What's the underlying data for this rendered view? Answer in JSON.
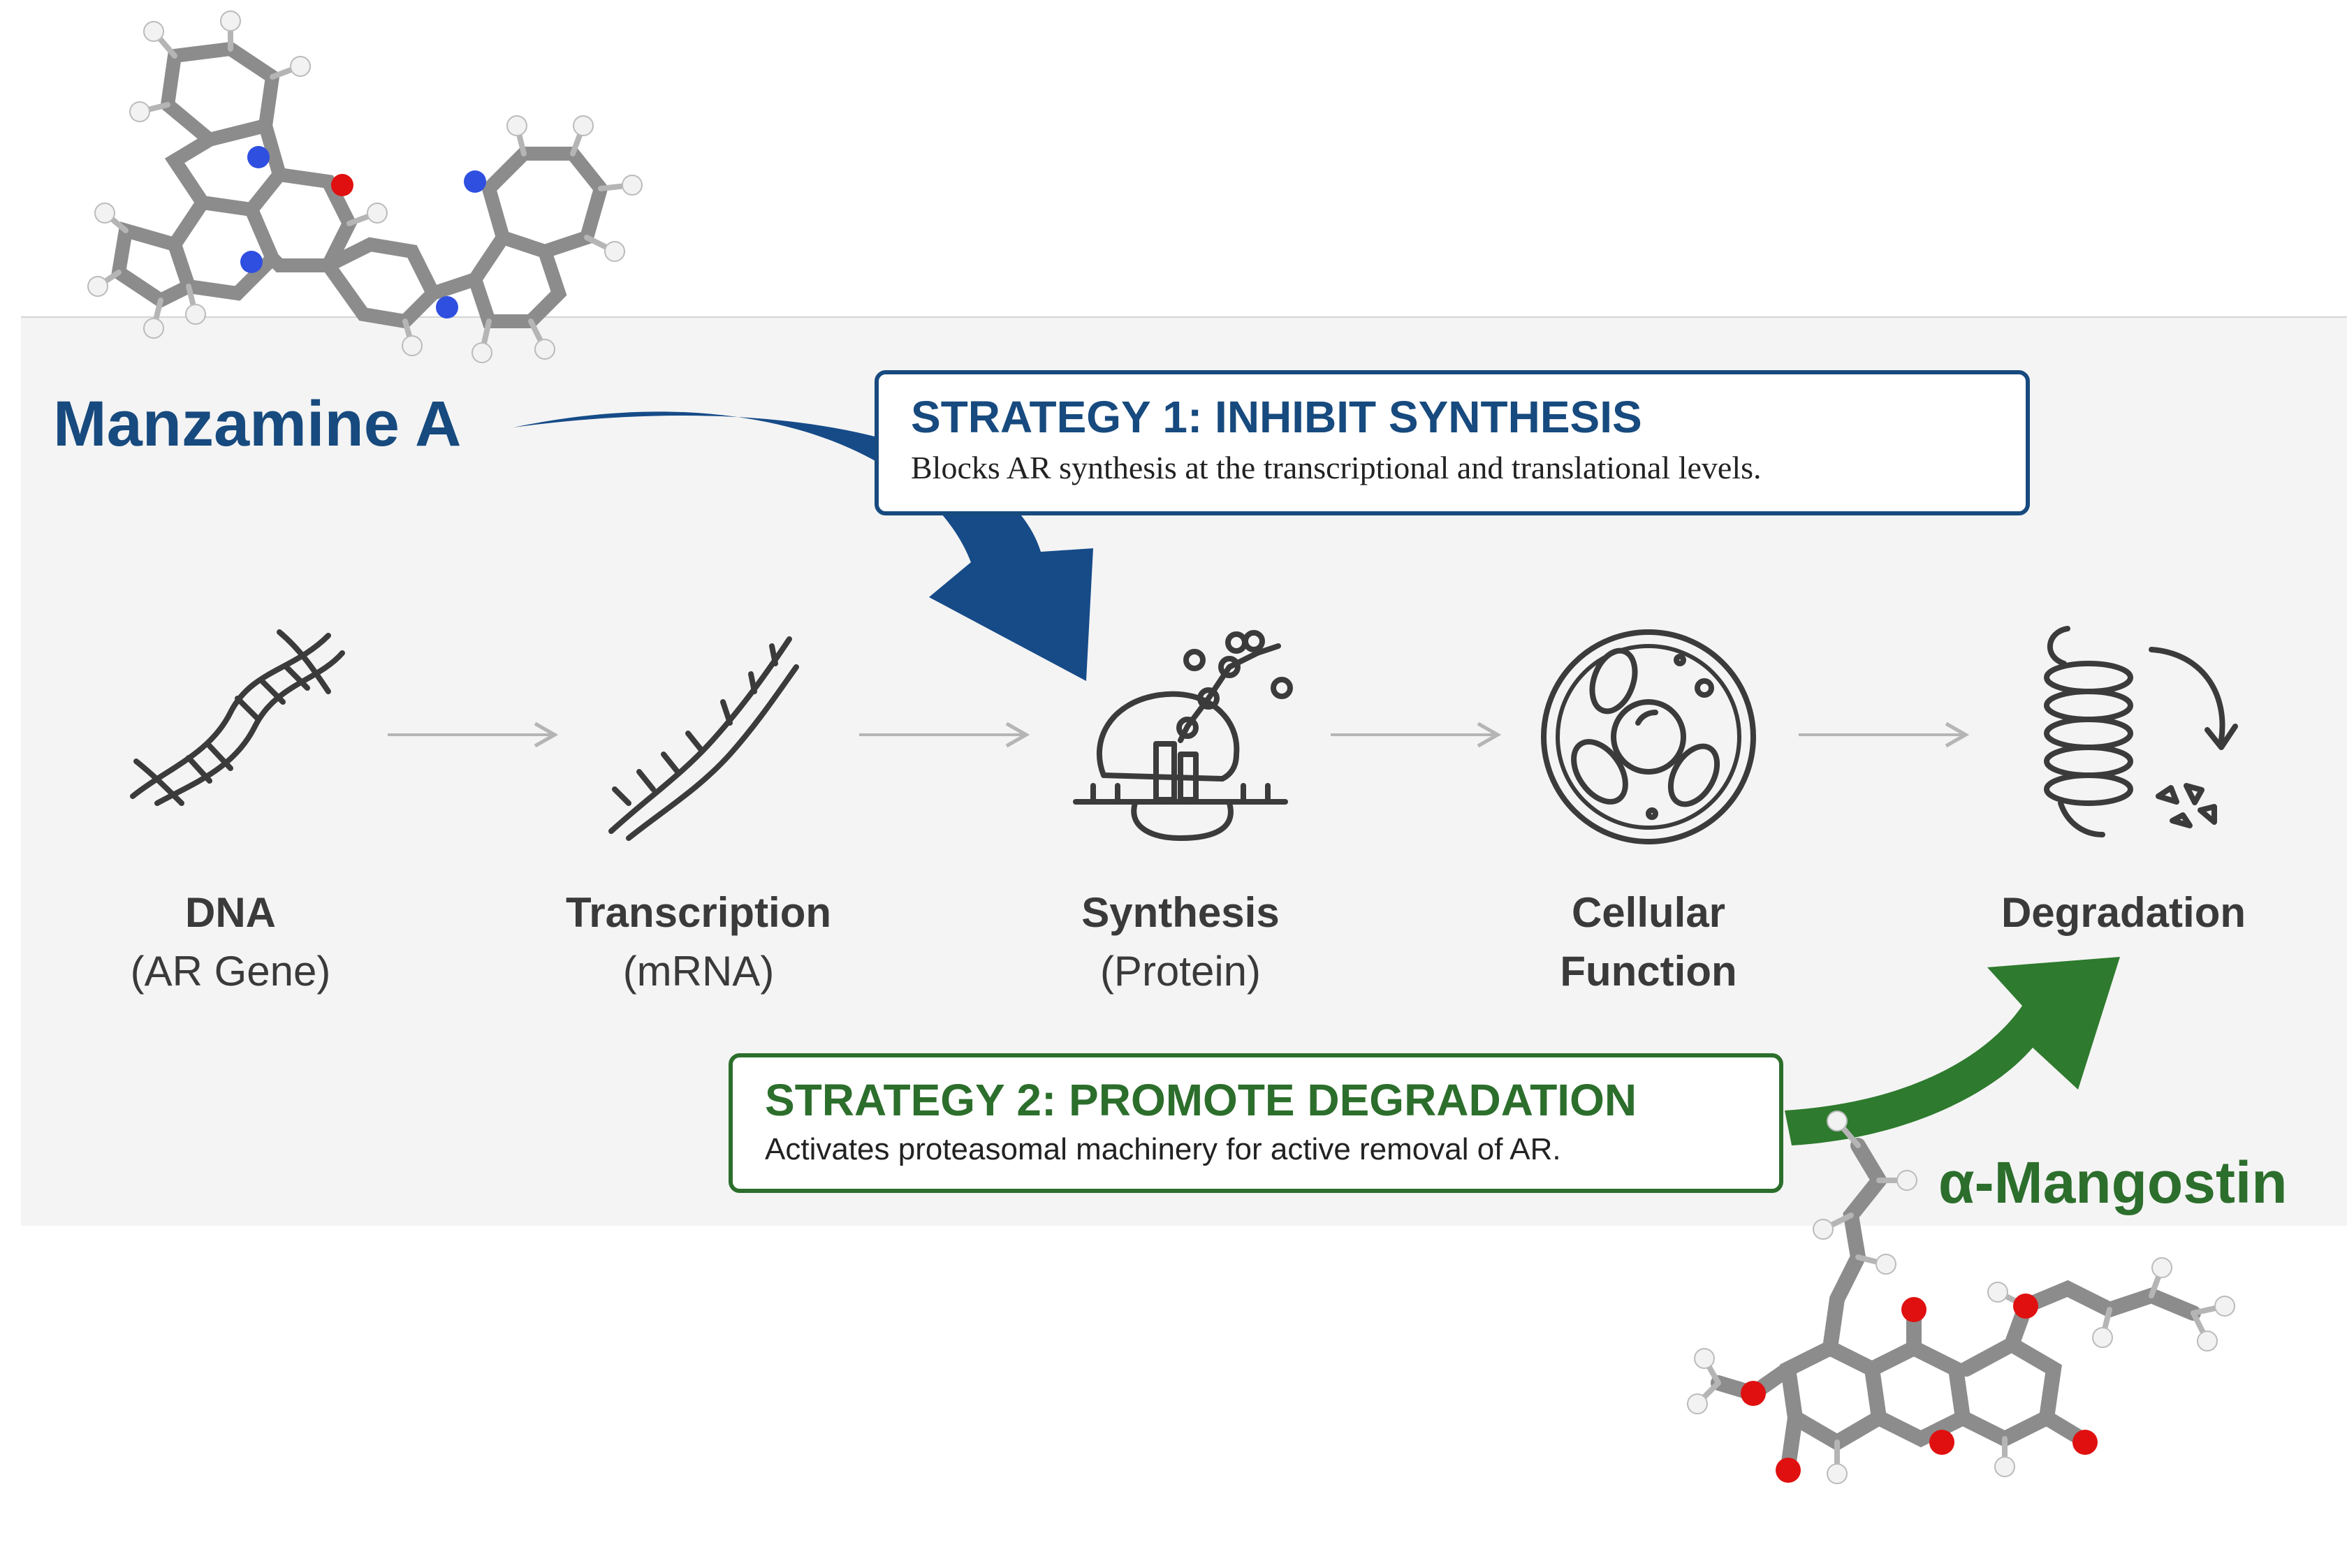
{
  "molecules": [
    {
      "name": "Manzamine A",
      "color": "#174a7e"
    },
    {
      "name": "α-Mangostin",
      "color": "#2c6e2c"
    }
  ],
  "strategies": [
    {
      "title": "STRATEGY 1: INHIBIT SYNTHESIS",
      "description": "Blocks AR synthesis at the transcriptional and translational levels.",
      "color": "#174a7e"
    },
    {
      "title": "STRATEGY 2: PROMOTE DEGRADATION",
      "description": "Activates proteasomal machinery for active removal of AR.",
      "color": "#2c6e2c"
    }
  ],
  "steps": [
    {
      "name": "DNA",
      "sub": "(AR Gene)",
      "icon": "dna-double-helix-icon"
    },
    {
      "name": "Transcription",
      "sub": "(mRNA)",
      "icon": "mrna-strand-icon"
    },
    {
      "name": "Synthesis",
      "sub": "(Protein)",
      "icon": "ribosome-icon"
    },
    {
      "name": "Cellular",
      "sub": "Function",
      "icon": "cell-icon"
    },
    {
      "name": "Degradation",
      "sub": "",
      "icon": "protein-degradation-icon"
    }
  ],
  "colors": {
    "atom_carbon": "#8c8c8c",
    "atom_hydrogen": "#f2f2f2",
    "atom_nitrogen": "#2f4fe0",
    "atom_oxygen": "#e01010",
    "icon_stroke": "#3b3b3b",
    "flow_arrow": "#b5b5b5"
  }
}
